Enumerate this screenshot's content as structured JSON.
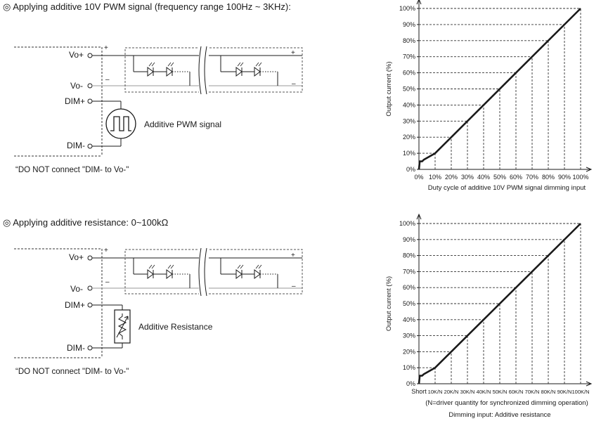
{
  "section1": {
    "heading": "◎ Applying additive 10V PWM signal (frequency range 100Hz ~ 3KHz):",
    "terminals": {
      "vo_plus": "Vo+",
      "vo_minus": "Vo-",
      "dim_plus": "DIM+",
      "dim_minus": "DIM-"
    },
    "polarity": {
      "plus": "+",
      "minus": "–"
    },
    "component_label": "Additive PWM signal",
    "warning": "“DO NOT connect \"DIM- to Vo-\""
  },
  "section2": {
    "heading": "◎ Applying additive resistance: 0~100kΩ",
    "terminals": {
      "vo_plus": "Vo+",
      "vo_minus": "Vo-",
      "dim_plus": "DIM+",
      "dim_minus": "DIM-"
    },
    "polarity": {
      "plus": "+",
      "minus": "–"
    },
    "component_label": "Additive Resistance",
    "warning": "“DO NOT connect \"DIM- to Vo-\""
  },
  "colors": {
    "line": "#1a1a1a",
    "dash": "#333333"
  },
  "chart_data": [
    {
      "type": "line",
      "xlabel": "Duty cycle of additive 10V PWM signal dimming input",
      "ylabel": "Output current (%)",
      "x_ticks": [
        "0%",
        "10%",
        "20%",
        "30%",
        "40%",
        "50%",
        "60%",
        "70%",
        "80%",
        "90%",
        "100%"
      ],
      "y_ticks": [
        "0%",
        "10%",
        "20%",
        "30%",
        "40%",
        "50%",
        "60%",
        "70%",
        "80%",
        "90%",
        "100%"
      ],
      "x_units": [
        0,
        10,
        20,
        30,
        40,
        50,
        60,
        70,
        80,
        90,
        100
      ],
      "values": [
        0,
        10,
        20,
        30,
        40,
        50,
        60,
        70,
        80,
        90,
        100
      ],
      "curve": [
        [
          0,
          0
        ],
        [
          0.5,
          5
        ],
        [
          2,
          5
        ],
        [
          3,
          6
        ],
        [
          10,
          10
        ],
        [
          100,
          100
        ]
      ],
      "ylim": [
        0,
        100
      ],
      "grid": "dashed drop lines"
    },
    {
      "type": "line",
      "xlabel": "Dimming input: Additive resistance",
      "xlabel_note": "(N=driver quantity for synchronized dimming operation)",
      "ylabel": "Output current (%)",
      "x_ticks": [
        "Short",
        "10K/N",
        "20K/N",
        "30K/N",
        "40K/N",
        "50K/N",
        "60K/N",
        "70K/N",
        "80K/N",
        "90K/N",
        "100K/N"
      ],
      "y_ticks": [
        "0%",
        "10%",
        "20%",
        "30%",
        "40%",
        "50%",
        "60%",
        "70%",
        "80%",
        "90%",
        "100%"
      ],
      "x_units": [
        0,
        10,
        20,
        30,
        40,
        50,
        60,
        70,
        80,
        90,
        100
      ],
      "values": [
        0,
        10,
        20,
        30,
        40,
        50,
        60,
        70,
        80,
        90,
        100
      ],
      "curve": [
        [
          0,
          0
        ],
        [
          0.5,
          5
        ],
        [
          2,
          5
        ],
        [
          3,
          6
        ],
        [
          10,
          10
        ],
        [
          100,
          100
        ]
      ],
      "ylim": [
        0,
        100
      ],
      "grid": "dashed drop lines"
    }
  ]
}
